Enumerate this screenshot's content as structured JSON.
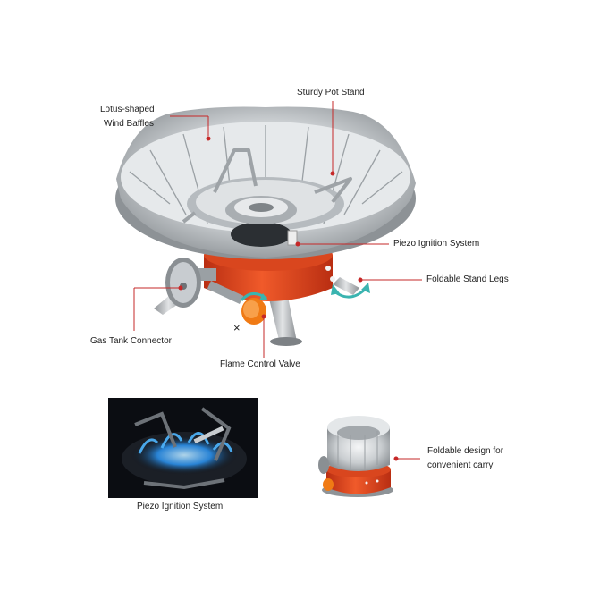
{
  "labels": {
    "lotus_line1": "Lotus-shaped",
    "lotus_line2": "Wind Baffles",
    "pot_stand": "Sturdy Pot Stand",
    "piezo_main": "Piezo Ignition System",
    "stand_legs": "Foldable Stand Legs",
    "gas_tank": "Gas Tank Connector",
    "flame_valve": "Flame Control Valve",
    "piezo_photo": "Piezo Ignition System",
    "foldable_line1": "Foldable design for",
    "foldable_line2": "convenient carry",
    "x_mark": "×"
  },
  "colors": {
    "leader": "#c62828",
    "stove_body": "#e8431e",
    "knob": "#f07a14",
    "arrow": "#3ab4b0",
    "steel": "#cfd3d6",
    "flame": "#2a8ee8"
  }
}
